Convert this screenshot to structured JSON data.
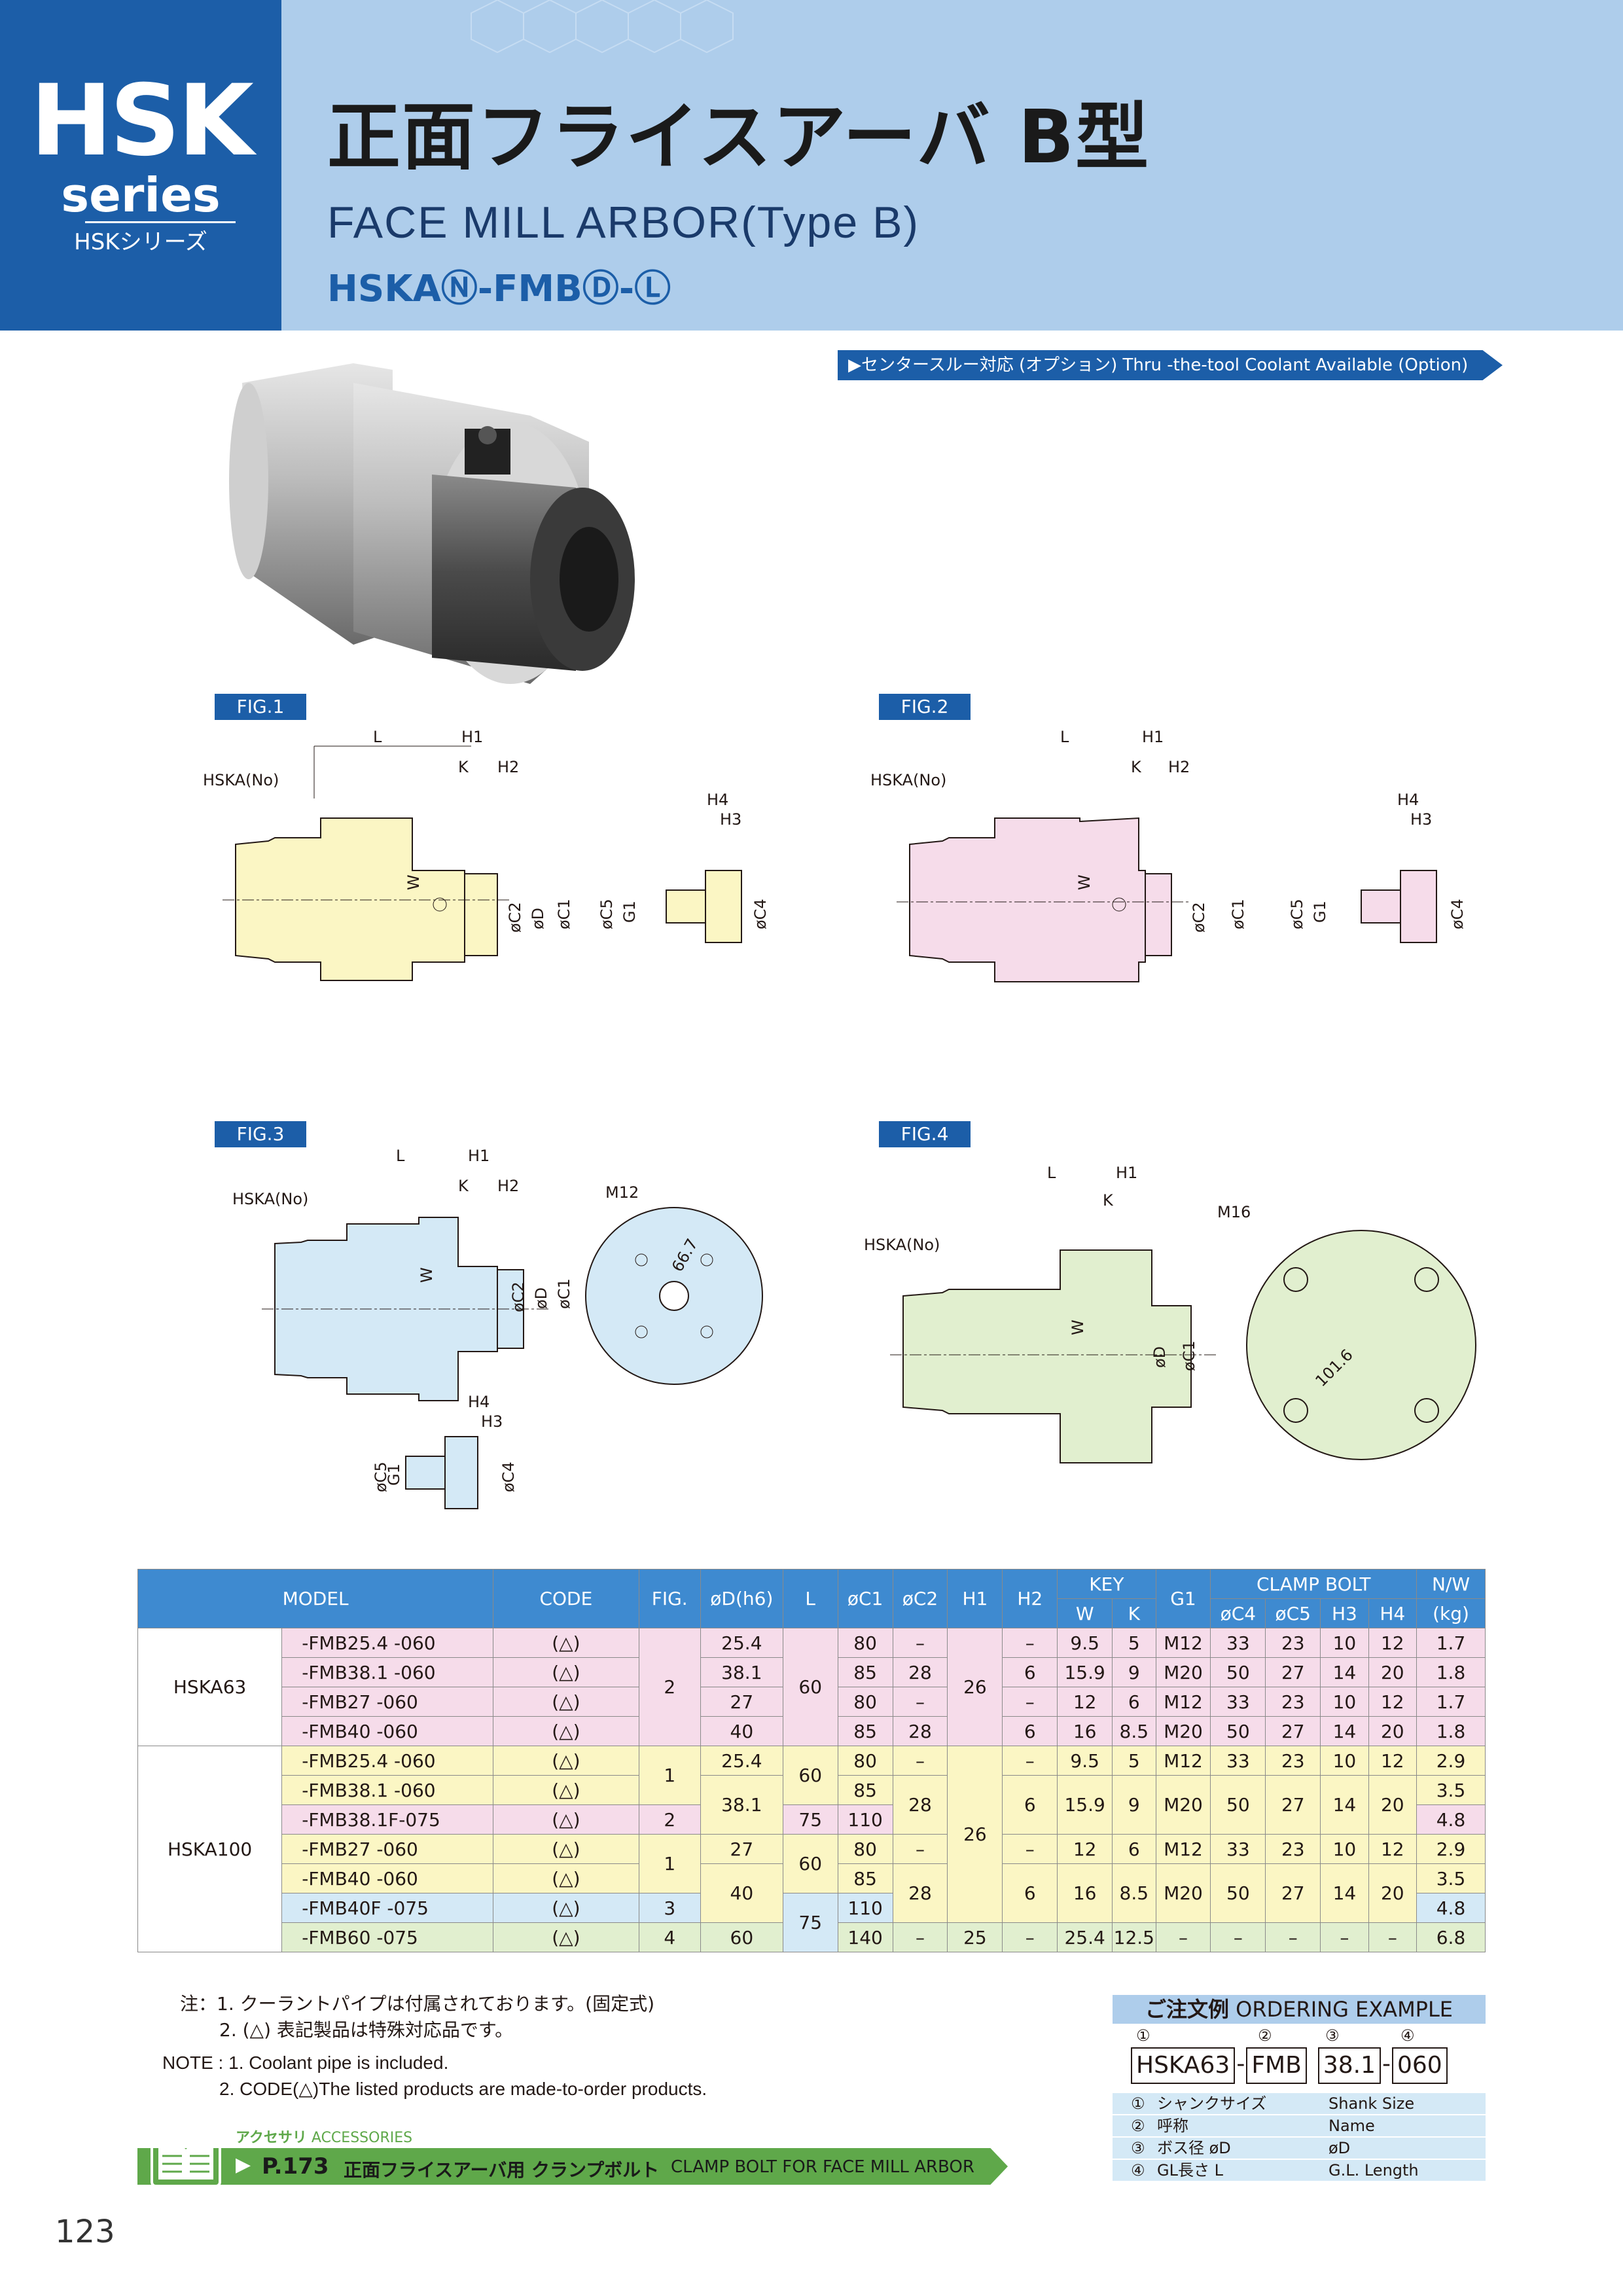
{
  "header": {
    "series_big": "HSK",
    "series_word": "series",
    "series_jp": "HSKシリーズ",
    "title_jp": "正面フライスアーバ B型",
    "title_en": "FACE MILL ARBOR(Type B)",
    "product_code": "HSKAⓃ-FMBⒹ-Ⓛ"
  },
  "coolant_banner": "▶センタースルー対応 (オプション)  Thru -the-tool Coolant Available (Option)",
  "figures": {
    "fig1": {
      "label": "FIG.1",
      "dims": [
        "L",
        "H1",
        "K",
        "H2",
        "HSKAⓃ",
        "W",
        "øC2",
        "øD",
        "øC1",
        "H4",
        "H3",
        "øC5",
        "G1",
        "øC4"
      ]
    },
    "fig2": {
      "label": "FIG.2",
      "dims": [
        "L",
        "H1",
        "K",
        "H2",
        "HSKAⓃ",
        "W",
        "øC2",
        "øC1",
        "H4",
        "H3",
        "øC5",
        "G1",
        "øC4"
      ]
    },
    "fig3": {
      "label": "FIG.3",
      "dims": [
        "L",
        "H1",
        "K",
        "H2",
        "HSKAⓃ",
        "W",
        "øC2",
        "øD",
        "øC1",
        "M12",
        "66.7",
        "H4",
        "H3",
        "øC5",
        "G1",
        "øC4"
      ]
    },
    "fig4": {
      "label": "FIG.4",
      "dims": [
        "L",
        "H1",
        "K",
        "HSKAⓃ",
        "W",
        "øD",
        "øC1",
        "M16",
        "101.6"
      ]
    }
  },
  "table": {
    "headers": {
      "model": "MODEL",
      "code": "CODE",
      "fig": "FIG.",
      "od": "øD(h6)",
      "l": "L",
      "c1": "øC1",
      "c2": "øC2",
      "h1": "H1",
      "h2": "H2",
      "key": "KEY",
      "w": "W",
      "k": "K",
      "g1": "G1",
      "clamp": "CLAMP BOLT",
      "c4": "øC4",
      "c5": "øC5",
      "h3": "H3",
      "h4": "H4",
      "nw": "N/W",
      "kg": "(kg)"
    },
    "groups": [
      "HSKA63",
      "HSKA100"
    ],
    "rows": [
      {
        "model": "-FMB25.4  -060",
        "code": "(△)",
        "fig": "2",
        "d": "25.4",
        "l": "60",
        "c1": "80",
        "c2": "–",
        "h1": "26",
        "h2": "–",
        "w": "9.5",
        "k": "5",
        "g1": "M12",
        "c4": "33",
        "c5": "23",
        "h3": "10",
        "h4": "12",
        "nw": "1.7"
      },
      {
        "model": "-FMB38.1  -060",
        "code": "(△)",
        "d": "38.1",
        "c1": "85",
        "c2": "28",
        "h2": "6",
        "w": "15.9",
        "k": "9",
        "g1": "M20",
        "c4": "50",
        "c5": "27",
        "h3": "14",
        "h4": "20",
        "nw": "1.8"
      },
      {
        "model": "-FMB27    -060",
        "code": "(△)",
        "d": "27",
        "c1": "80",
        "c2": "–",
        "h2": "–",
        "w": "12",
        "k": "6",
        "g1": "M12",
        "c4": "33",
        "c5": "23",
        "h3": "10",
        "h4": "12",
        "nw": "1.7"
      },
      {
        "model": "-FMB40    -060",
        "code": "(△)",
        "d": "40",
        "c1": "85",
        "c2": "28",
        "h2": "6",
        "w": "16",
        "k": "8.5",
        "g1": "M20",
        "c4": "50",
        "c5": "27",
        "h3": "14",
        "h4": "20",
        "nw": "1.8"
      },
      {
        "model": "-FMB25.4  -060",
        "code": "(△)",
        "fig": "1",
        "d": "25.4",
        "l": "60",
        "c1": "80",
        "c2": "–",
        "h1": "26",
        "h2": "–",
        "w": "9.5",
        "k": "5",
        "g1": "M12",
        "c4": "33",
        "c5": "23",
        "h3": "10",
        "h4": "12",
        "nw": "2.9"
      },
      {
        "model": "-FMB38.1  -060",
        "code": "(△)",
        "d": "38.1",
        "c1": "85",
        "c2": "28",
        "h2": "6",
        "w": "15.9",
        "k": "9",
        "g1": "M20",
        "c4": "50",
        "c5": "27",
        "h3": "14",
        "h4": "20",
        "nw": "3.5"
      },
      {
        "model": "-FMB38.1F-075",
        "code": "(△)",
        "fig": "2",
        "l": "75",
        "c1": "110",
        "nw": "4.8"
      },
      {
        "model": "-FMB27    -060",
        "code": "(△)",
        "fig": "1",
        "d": "27",
        "l": "60",
        "c1": "80",
        "c2": "–",
        "h2": "–",
        "w": "12",
        "k": "6",
        "g1": "M12",
        "c4": "33",
        "c5": "23",
        "h3": "10",
        "h4": "12",
        "nw": "2.9"
      },
      {
        "model": "-FMB40    -060",
        "code": "(△)",
        "d": "40",
        "c1": "85",
        "c2": "28",
        "h2": "6",
        "w": "16",
        "k": "8.5",
        "g1": "M20",
        "c4": "50",
        "c5": "27",
        "h3": "14",
        "h4": "20",
        "nw": "3.5"
      },
      {
        "model": "-FMB40F   -075",
        "code": "(△)",
        "fig": "3",
        "l": "75",
        "c1": "110",
        "nw": "4.8"
      },
      {
        "model": "-FMB60    -075",
        "code": "(△)",
        "fig": "4",
        "d": "60",
        "c1": "140",
        "c2": "–",
        "h1": "25",
        "h2": "–",
        "w": "25.4",
        "k": "12.5",
        "g1": "–",
        "c4": "–",
        "c5": "–",
        "h3": "–",
        "h4": "–",
        "nw": "6.8"
      }
    ]
  },
  "notes": {
    "jp_prefix": "注：",
    "jp1": "1. クーラントパイプは付属されております。(固定式)",
    "jp2": "2. (△) 表記製品は特殊対応品です。",
    "en_prefix": "NOTE :",
    "en1": "1. Coolant pipe is included.",
    "en2": "2. CODE(△)The listed products are made-to-order products."
  },
  "ordering": {
    "title_jp": "ご注文例",
    "title_en": "ORDERING EXAMPLE",
    "markers": [
      "①",
      "②",
      "③",
      "④"
    ],
    "parts": [
      "HSKA63",
      "FMB",
      "38.1",
      "060"
    ],
    "dash": "-",
    "legend": [
      {
        "num": "①",
        "jp": "シャンクサイズ",
        "en": "Shank Size"
      },
      {
        "num": "②",
        "jp": "呼称",
        "en": "Name"
      },
      {
        "num": "③",
        "jp": "ボス径 øD",
        "en": "øD"
      },
      {
        "num": "④",
        "jp": "GL長さ L",
        "en": "G.L. Length"
      }
    ]
  },
  "accessories": {
    "label_jp": "アクセサリ",
    "label_en": "ACCESSORIES",
    "page_ref": "P.173",
    "desc_jp": "正面フライスアーバ用 クランプボルト",
    "desc_en": "CLAMP BOLT FOR FACE MILL ARBOR"
  },
  "page_number": "123",
  "colors": {
    "brand_blue": "#1c5ea8",
    "header_light": "#aecdeb",
    "pink": "#f6dcea",
    "yellow": "#fbf6c4",
    "lightblue": "#d4e9f6",
    "green": "#e1efcf",
    "accessory_green": "#5fa84a"
  }
}
